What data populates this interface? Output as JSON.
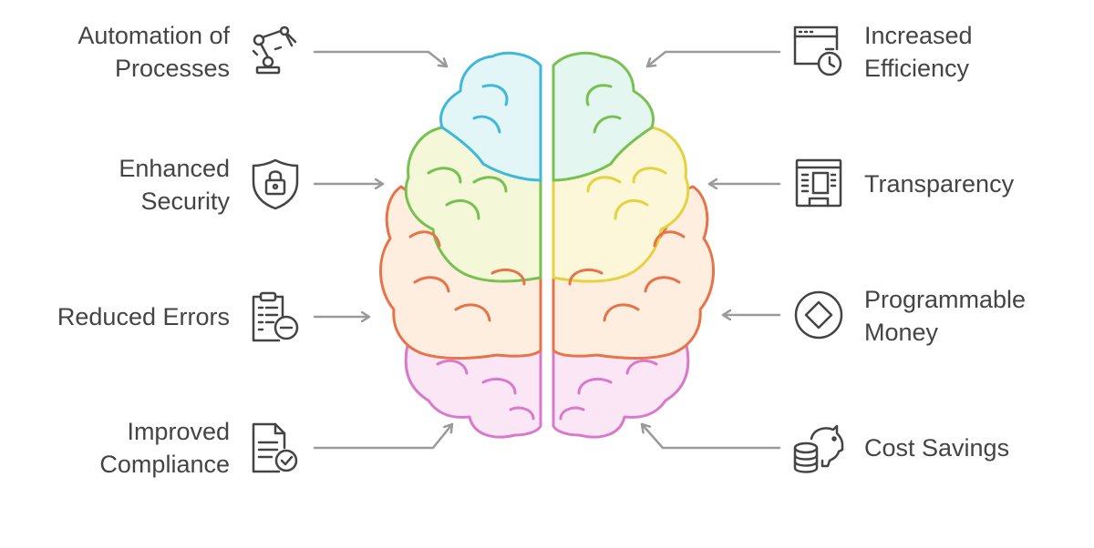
{
  "colors": {
    "text": "#444444",
    "arrow": "#9a9a9a",
    "icon": "#444444",
    "blue": "#3fb8dc",
    "green": "#78c150",
    "yellow": "#e5d23f",
    "orange": "#e8734a",
    "pink": "#d87ac9"
  },
  "features": {
    "left": [
      {
        "lines": [
          "Automation of",
          "Processes"
        ],
        "icon": "robot-arm-icon"
      },
      {
        "lines": [
          "Enhanced",
          "Security"
        ],
        "icon": "shield-lock-icon"
      },
      {
        "lines": [
          "Reduced Errors"
        ],
        "icon": "clipboard-minus-icon"
      },
      {
        "lines": [
          "Improved",
          "Compliance"
        ],
        "icon": "document-check-icon"
      }
    ],
    "right": [
      {
        "lines": [
          "Increased",
          "Efficiency"
        ],
        "icon": "browser-timer-icon"
      },
      {
        "lines": [
          "Transparency"
        ],
        "icon": "building-icon"
      },
      {
        "lines": [
          "Programmable",
          "Money"
        ],
        "icon": "diamond-circle-icon"
      },
      {
        "lines": [
          "Cost Savings"
        ],
        "icon": "piggy-bank-coins-icon"
      }
    ]
  }
}
